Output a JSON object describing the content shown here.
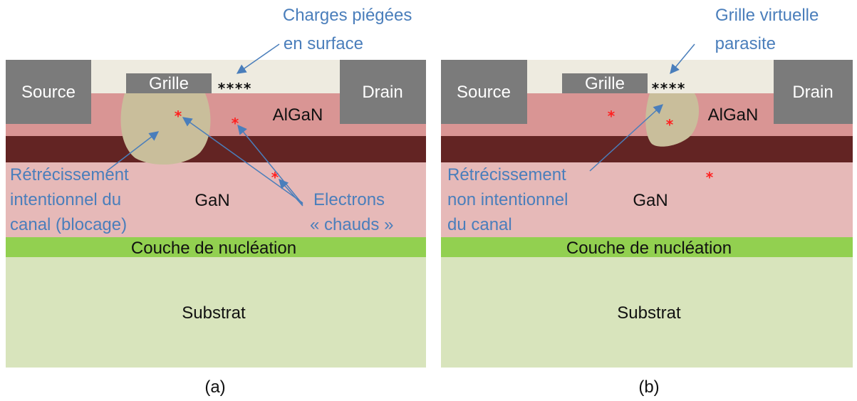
{
  "colors": {
    "passivation": "#eeebe0",
    "electrode": "#7b7b7b",
    "algan": "#d99594",
    "channel": "#632423",
    "gan": "#e6b9b8",
    "nucleation": "#92d050",
    "substrate": "#d8e4bc",
    "depletion": "#c9be9b",
    "annotation": "#4a7ebb",
    "hot_electron": "#ff2020"
  },
  "panel_a": {
    "source": "Source",
    "drain": "Drain",
    "gate": "Grille",
    "algan": "AlGaN",
    "gan": "GaN",
    "nucleation": "Couche de nucléation",
    "substrate": "Substrat",
    "surface_charges": "****",
    "hot_electron_mark": "*",
    "callout_top": [
      "Charges piégées",
      "en surface"
    ],
    "callout_left": [
      "Rétrécissement",
      "intentionnel du",
      "canal (blocage)"
    ],
    "callout_right": [
      "Electrons",
      "« chauds »"
    ],
    "caption": "(a)"
  },
  "panel_b": {
    "source": "Source",
    "drain": "Drain",
    "gate": "Grille",
    "algan": "AlGaN",
    "gan": "GaN",
    "nucleation": "Couche de nucléation",
    "substrate": "Substrat",
    "surface_charges": "****",
    "hot_electron_mark": "*",
    "callout_top": [
      "Grille virtuelle",
      "parasite"
    ],
    "callout_left": [
      "Rétrécissement",
      "non intentionnel",
      "du canal"
    ],
    "caption": "(b)"
  }
}
